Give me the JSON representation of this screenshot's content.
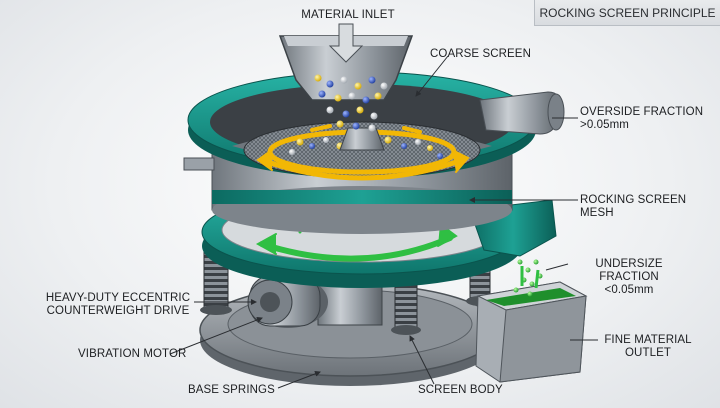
{
  "title": "ROCKING SCREEN PRINCIPLE",
  "labels": {
    "material_inlet": "MATERIAL INLET",
    "coarse_screen": "COARSE SCREEN",
    "overside_fraction": "OVERSIDE FRACTION",
    "overside_size": ">0.05mm",
    "rocking_screen_mesh": "ROCKING SCREEN MESH",
    "undersize_fraction": "UNDERSIZE FRACTION",
    "undersize_size": "<0.05mm",
    "drive_line1": "HEAVY-DUTY ECCENTRIC",
    "drive_line2": "COUNTERWEIGHT DRIVE",
    "vibration_motor": "VIBRATION MOTOR",
    "base_springs": "BASE SPRINGS",
    "screen_body": "SCREEN BODY",
    "fine_outlet_line1": "FINE MATERIAL",
    "fine_outlet_line2": "OUTLET"
  },
  "colors": {
    "teal": "#1a9b8f",
    "teal_dark": "#0d6f66",
    "steel": "#9aa1a8",
    "arrow_yellow": "#f2b705",
    "arrow_green": "#39c24a"
  }
}
